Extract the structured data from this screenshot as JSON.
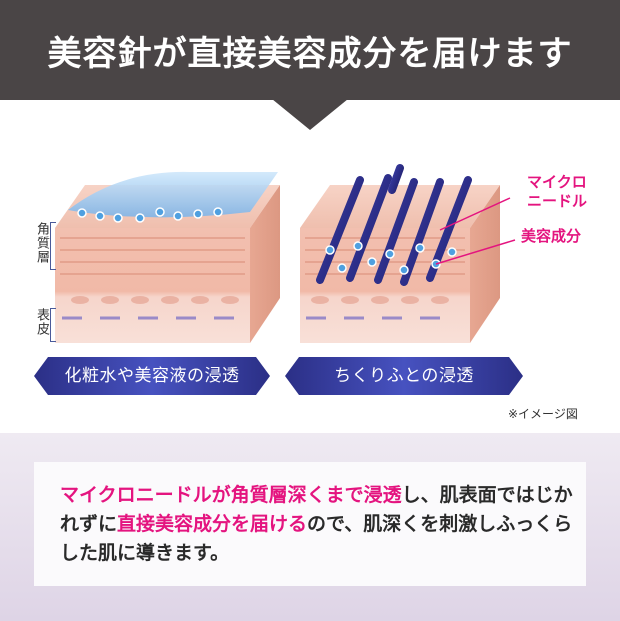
{
  "header": {
    "title": "美容針が直接美容成分を届けます"
  },
  "diagram": {
    "side_labels": {
      "stratum_corneum": "角質層",
      "epidermis": "表皮"
    },
    "callouts": {
      "micro_needle": [
        "マイクロ",
        "ニードル"
      ],
      "ingredient": "美容成分"
    },
    "left_caption": "化粧水や美容液の浸透",
    "right_caption": "ちくりふとの浸透",
    "note": "※イメージ図"
  },
  "description": {
    "segments": [
      {
        "text": "マイクロニードルが角質層深くまで浸透",
        "highlight": true
      },
      {
        "text": "し、肌表面ではじかれずに",
        "highlight": false
      },
      {
        "text": "直接美容成分を届ける",
        "highlight": true
      },
      {
        "text": "ので、肌深くを刺激しふっくらした肌に導きます。",
        "highlight": false
      }
    ]
  },
  "colors": {
    "banner": "#4a4546",
    "accent": "#e4147f",
    "pill": "#3a42a8",
    "skin": "#f0b7a6"
  }
}
